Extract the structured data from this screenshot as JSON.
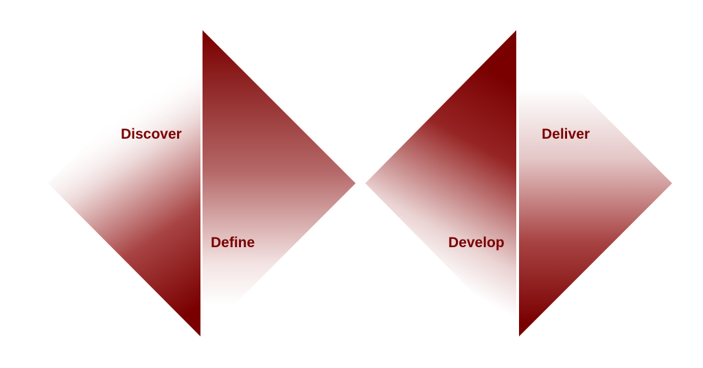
{
  "diagram": {
    "type": "double-diamond",
    "accent_color": "#7a0000",
    "phases": [
      {
        "label": "Discover"
      },
      {
        "label": "Define"
      },
      {
        "label": "Develop"
      },
      {
        "label": "Deliver"
      }
    ]
  }
}
